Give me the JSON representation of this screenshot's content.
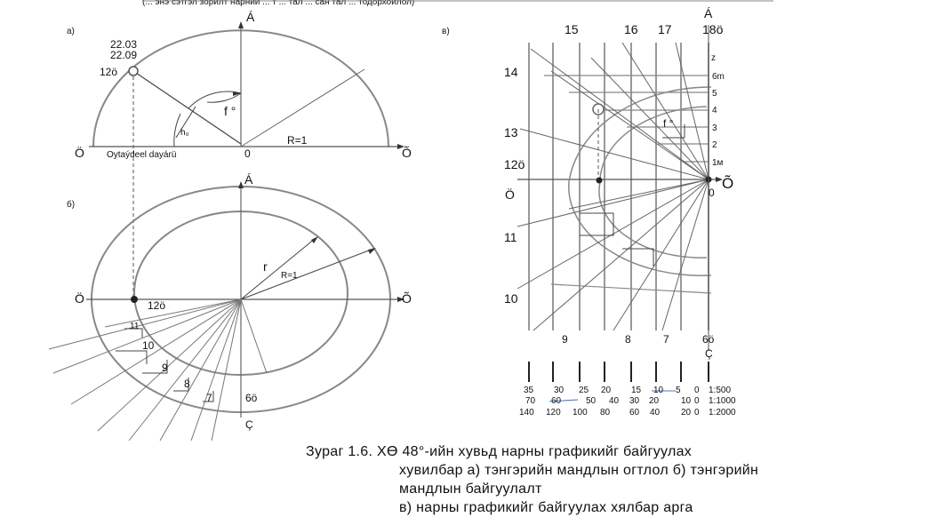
{
  "top_cut_text": "(... энэ сэтгэл зорилт нарний ... т ... тал ... сан тал ... тодорхойлол)",
  "diagram_a": {
    "label": "а)",
    "date_top": "22.03",
    "date_bottom": "22.09",
    "noon_label": "12ö",
    "north": "Á",
    "west": "Ö",
    "east": "Õ",
    "center": "0",
    "radius": "R=1",
    "horizon_label": "Oytaýdeel dayárü",
    "h_label": "h₀",
    "f_label": "f °"
  },
  "diagram_b": {
    "label": "б)",
    "north": "Á",
    "west": "Ö",
    "east": "Õ",
    "south": "Ç",
    "noon_label": "12ö",
    "r_label": "r",
    "radius": "R=1",
    "hour_labels": [
      "11",
      "10",
      "9",
      "8",
      "7",
      "6ö"
    ]
  },
  "diagram_c": {
    "label": "в)",
    "north": "Á",
    "east": "Õ",
    "west": "Ö",
    "south": "Ç",
    "origin": "0",
    "top_hours": [
      "15",
      "16",
      "17",
      "18ö"
    ],
    "left_hours": [
      "14",
      "13",
      "12ö",
      "11",
      "10"
    ],
    "bottom_hours": [
      "9",
      "8",
      "7",
      "6ö"
    ],
    "right_scale": [
      "z",
      "6m",
      "5",
      "4",
      "3",
      "2",
      "1м"
    ],
    "f_label": "f °"
  },
  "scale_table": {
    "rows": [
      [
        "35",
        "30",
        "25",
        "20",
        "15",
        "10",
        "5",
        "0",
        "1:500"
      ],
      [
        "70",
        "60",
        "50",
        "40",
        "30",
        "20",
        "10",
        "0",
        "1:1000"
      ],
      [
        "140",
        "120",
        "100",
        "80",
        "60",
        "40",
        "20",
        "0",
        "1:2000"
      ]
    ]
  },
  "caption": {
    "line1": "Зураг 1.6. ХӨ 48°-ийн хувьд нарны графикийг байгуулах",
    "line2": "хувилбар а) тэнгэрийн мандлын огтлол б) тэнгэрийн",
    "line3": "мандлын байгуулалт",
    "line4": "в) нарны графикийг байгуулах хялбар арга"
  }
}
